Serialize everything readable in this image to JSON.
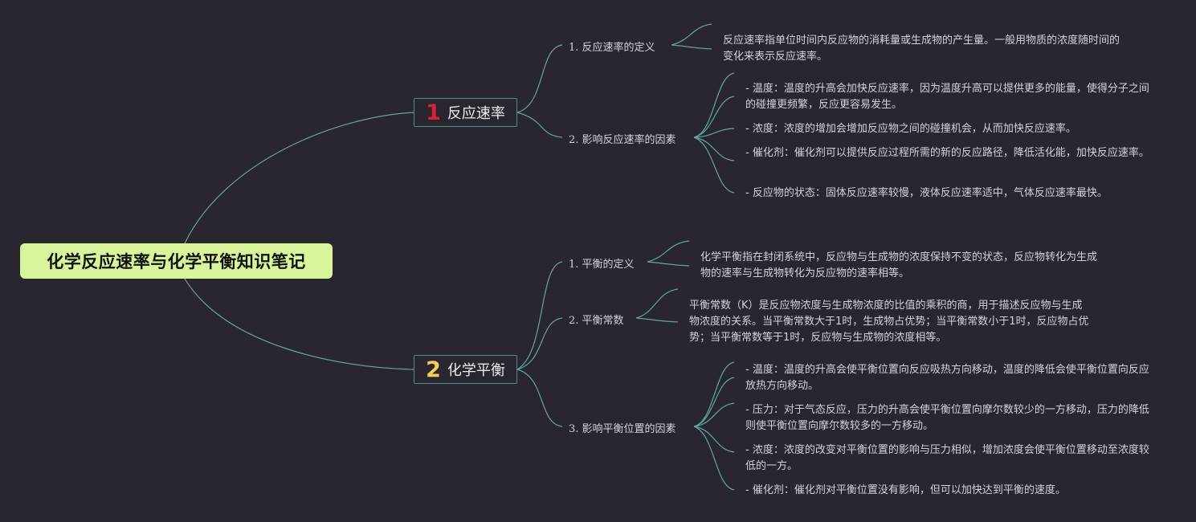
{
  "root": {
    "title": "化学反应速率与化学平衡知识笔记"
  },
  "topics": [
    {
      "number": "1",
      "label": "反应速率",
      "subtopics": [
        {
          "label": "1. 反应速率的定义",
          "leaves": [
            "反应速率指单位时间内反应物的消耗量或生成物的产生量。一般用物质的浓度随时间的变化来表示反应速率。"
          ]
        },
        {
          "label": "2. 影响反应速率的因素",
          "leaves": [
            "- 温度：温度的升高会加快反应速率，因为温度升高可以提供更多的能量，使得分子之间的碰撞更频繁，反应更容易发生。",
            "- 浓度：浓度的增加会增加反应物之间的碰撞机会，从而加快反应速率。",
            "- 催化剂：催化剂可以提供反应过程所需的新的反应路径，降低活化能，加快反应速率。",
            "- 反应物的状态：固体反应速率较慢，液体反应速率适中，气体反应速率最快。"
          ]
        }
      ]
    },
    {
      "number": "2",
      "label": "化学平衡",
      "subtopics": [
        {
          "label": "1. 平衡的定义",
          "leaves": [
            "化学平衡指在封闭系统中，反应物与生成物的浓度保持不变的状态，反应物转化为生成物的速率与生成物转化为反应物的速率相等。"
          ]
        },
        {
          "label": "2. 平衡常数",
          "leaves": [
            "平衡常数（K）是反应物浓度与生成物浓度的比值的乘积的商，用于描述反应物与生成物浓度的关系。当平衡常数大于1时，生成物占优势；当平衡常数小于1时，反应物占优势；当平衡常数等于1时，反应物与生成物的浓度相等。"
          ]
        },
        {
          "label": "3. 影响平衡位置的因素",
          "leaves": [
            "- 温度：温度的升高会使平衡位置向反应吸热方向移动，温度的降低会使平衡位置向反应放热方向移动。",
            "- 压力：对于气态反应，压力的升高会使平衡位置向摩尔数较少的一方移动，压力的降低则使平衡位置向摩尔数较多的一方移动。",
            "- 浓度：浓度的改变对平衡位置的影响与压力相似，增加浓度会使平衡位置移动至浓度较低的一方。",
            "- 催化剂：催化剂对平衡位置没有影响，但可以加快达到平衡的速度。"
          ]
        }
      ]
    }
  ]
}
